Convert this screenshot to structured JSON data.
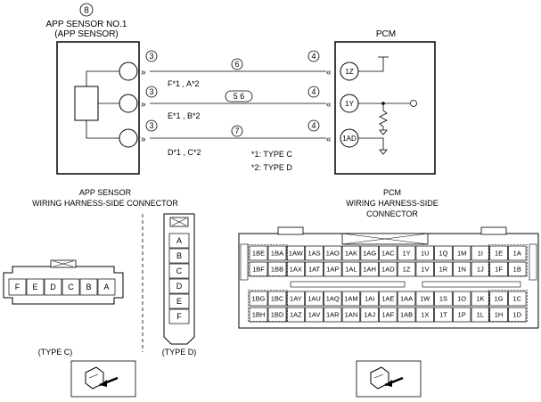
{
  "sensor": {
    "number_mark": "8",
    "title_line1": "APP SENSOR NO.1",
    "title_line2": "(APP SENSOR)",
    "terminals": [
      {
        "circle": "3",
        "label": "F*1 , A*2"
      },
      {
        "circle": "3",
        "label": "E*1 , B*2"
      },
      {
        "circle": "3",
        "label": "D*1 , C*2"
      }
    ]
  },
  "pcm": {
    "title": "PCM",
    "terminals": [
      {
        "circle": "4",
        "pin": "1Z"
      },
      {
        "circle": "4",
        "pin": "1Y"
      },
      {
        "circle": "4",
        "pin": "1AD"
      }
    ]
  },
  "wires": [
    {
      "marks": "6"
    },
    {
      "marks": "5 6"
    },
    {
      "marks": "7"
    }
  ],
  "notes": {
    "note1": "*1: TYPE C",
    "note2": "*2: TYPE D"
  },
  "left_connector": {
    "title_line1": "APP SENSOR",
    "title_line2": "WIRING HARNESS-SIDE CONNECTOR",
    "type_c_pins": [
      "F",
      "E",
      "D",
      "C",
      "B",
      "A"
    ],
    "type_c_label": "(TYPE C)",
    "type_d_pins": [
      "A",
      "B",
      "C",
      "D",
      "E",
      "F"
    ],
    "type_d_label": "(TYPE D)"
  },
  "right_connector": {
    "title_line1": "PCM",
    "title_line2": "WIRING HARNESS-SIDE",
    "title_line3": "CONNECTOR",
    "upper_rows": [
      [
        "1BE",
        "1BA",
        "1AW",
        "1AS",
        "1AO",
        "1AK",
        "1AG",
        "1AC",
        "1Y",
        "1U",
        "1Q",
        "1M",
        "1I",
        "1E",
        "1A"
      ],
      [
        "1BF",
        "1BB",
        "1AX",
        "1AT",
        "1AP",
        "1AL",
        "1AH",
        "1AD",
        "1Z",
        "1V",
        "1R",
        "1N",
        "1J",
        "1F",
        "1B"
      ]
    ],
    "lower_rows": [
      [
        "1BG",
        "1BC",
        "1AY",
        "1AU",
        "1AQ",
        "1AM",
        "1AI",
        "1AE",
        "1AA",
        "1W",
        "1S",
        "1O",
        "1K",
        "1G",
        "1C"
      ],
      [
        "1BH",
        "1BD",
        "1AZ",
        "1AV",
        "1AR",
        "1AN",
        "1AJ",
        "1AF",
        "1AB",
        "1X",
        "1T",
        "1P",
        "1L",
        "1H",
        "1D"
      ]
    ]
  }
}
